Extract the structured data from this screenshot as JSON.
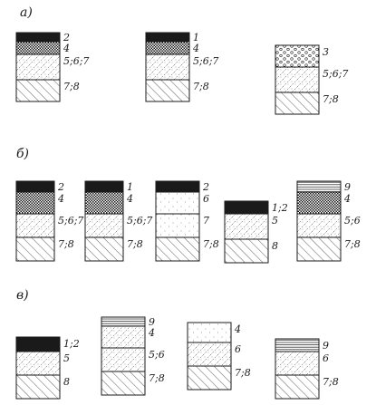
{
  "sections": [
    {
      "label": "а)",
      "columns": [
        {
          "layers": [
            {
              "fill": "black",
              "label": "2"
            },
            {
              "fill": "cross",
              "label": "4"
            },
            {
              "fill": "dothatch",
              "label": "5;6;7"
            },
            {
              "fill": "hatch",
              "label": "7;8"
            }
          ]
        },
        {
          "layers": [
            {
              "fill": "black",
              "label": "1"
            },
            {
              "fill": "cross",
              "label": "4"
            },
            {
              "fill": "dothatch",
              "label": "5;6;7"
            },
            {
              "fill": "hatch",
              "label": "7;8"
            }
          ]
        },
        {
          "layers": [
            {
              "fill": "circles",
              "label": "3"
            },
            {
              "fill": "dothatch",
              "label": "5;6;7"
            },
            {
              "fill": "hatch",
              "label": "7;8"
            }
          ]
        }
      ]
    },
    {
      "label": "б)",
      "columns": [
        {
          "layers": [
            {
              "fill": "black",
              "label": "2"
            },
            {
              "fill": "cross",
              "label": "4"
            },
            {
              "fill": "dothatch",
              "label": "5;6;7"
            },
            {
              "fill": "hatch",
              "label": "7;8"
            }
          ]
        },
        {
          "layers": [
            {
              "fill": "black",
              "label": "1"
            },
            {
              "fill": "cross",
              "label": "4"
            },
            {
              "fill": "dothatch",
              "label": "5;6;7"
            },
            {
              "fill": "hatch",
              "label": "7;8"
            }
          ]
        },
        {
          "layers": [
            {
              "fill": "black",
              "label": "2"
            },
            {
              "fill": "dots",
              "label": "6"
            },
            {
              "fill": "dots",
              "label": "7"
            },
            {
              "fill": "hatch",
              "label": "7;8"
            }
          ]
        },
        {
          "layers": [
            {
              "fill": "black",
              "label": "1;2"
            },
            {
              "fill": "dothatch",
              "label": "5"
            },
            {
              "fill": "hatch",
              "label": "8"
            }
          ]
        },
        {
          "layers": [
            {
              "fill": "lines",
              "label": "9"
            },
            {
              "fill": "cross",
              "label": "4"
            },
            {
              "fill": "dothatch",
              "label": "5;6"
            },
            {
              "fill": "hatch",
              "label": "7;8"
            }
          ]
        }
      ]
    },
    {
      "label": "в)",
      "columns": [
        {
          "layers": [
            {
              "fill": "black",
              "label": "1;2"
            },
            {
              "fill": "dothatch",
              "label": "5"
            },
            {
              "fill": "hatch",
              "label": "8"
            }
          ]
        },
        {
          "layers": [
            {
              "fill": "lines",
              "label": "9"
            },
            {
              "fill": "dothatch",
              "label": "4"
            },
            {
              "fill": "dothatch",
              "label": "5;6"
            },
            {
              "fill": "hatch",
              "label": "7;8"
            }
          ]
        },
        {
          "layers": [
            {
              "fill": "dots",
              "label": "4"
            },
            {
              "fill": "dothatch",
              "label": "6"
            },
            {
              "fill": "hatch",
              "label": "7;8"
            }
          ]
        },
        {
          "layers": [
            {
              "fill": "lines",
              "label": "9"
            },
            {
              "fill": "dothatch",
              "label": "6"
            },
            {
              "fill": "hatch",
              "label": "7;8"
            }
          ]
        }
      ]
    }
  ],
  "colors": {
    "ink": "#1a1a1a",
    "paper": "#ffffff"
  }
}
